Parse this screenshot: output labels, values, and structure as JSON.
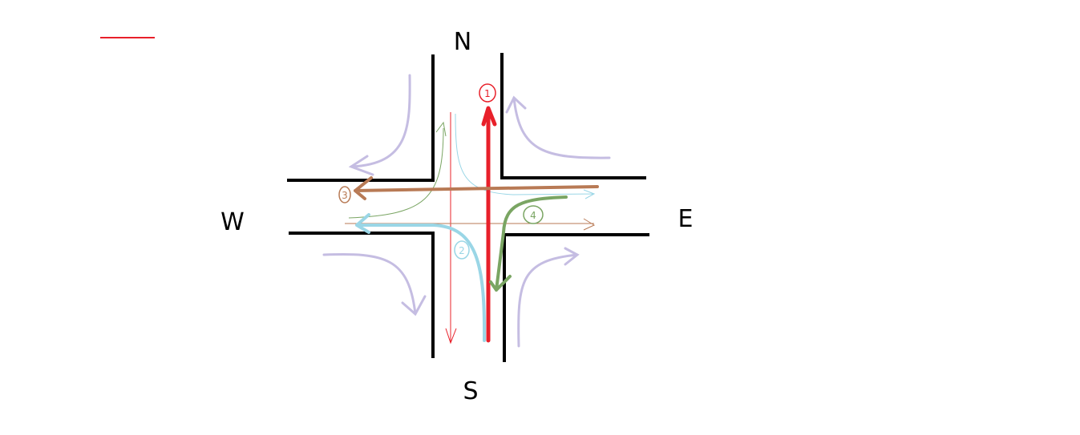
{
  "directions": {
    "north": "N",
    "south": "S",
    "east": "E",
    "west": "W"
  },
  "routes": [
    {
      "label": "1",
      "color": "#e8202a"
    },
    {
      "label": "2",
      "color": "#9ad6e6"
    },
    {
      "label": "3",
      "color": "#b87a55"
    },
    {
      "label": "4",
      "color": "#7aa563"
    }
  ],
  "colors": {
    "road": "#000000",
    "right_turns": "#c5bde2",
    "legend_line": "#e8202a"
  }
}
